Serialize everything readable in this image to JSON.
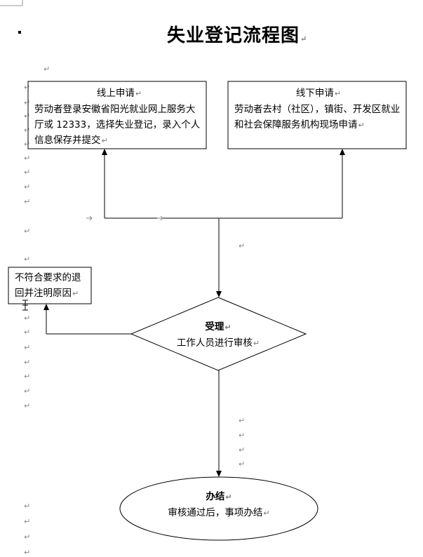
{
  "title": "失业登记流程图",
  "para_mark": "↵",
  "online": {
    "heading": "线上申请",
    "body": "劳动者登录安徽省阳光就业网上服务大厅或 12333，选择失业登记，录入个人信息保存并提交"
  },
  "offline": {
    "heading": "线下申请",
    "body": "劳动者去村（社区），镇街、开发区就业和社会保障服务机构现场申请"
  },
  "reject": {
    "body": "不符合要求的退回并注明原因"
  },
  "accept": {
    "heading": "受理",
    "body": "工作人员进行审核"
  },
  "finish": {
    "heading": "办结",
    "body": "审核通过后，事项办结"
  }
}
